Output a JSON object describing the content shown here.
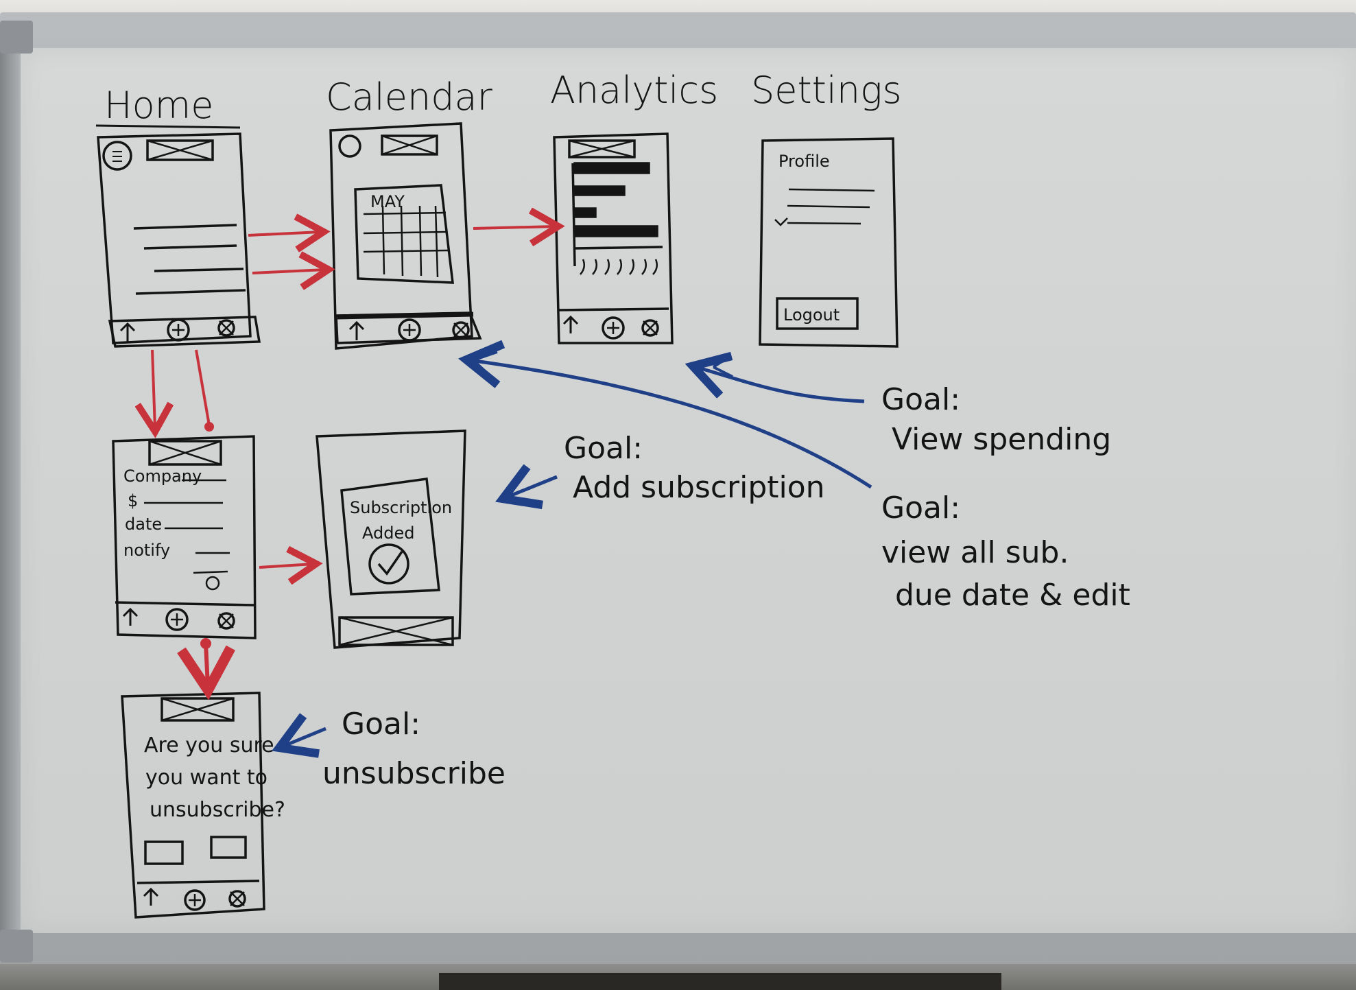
{
  "screens": {
    "home": {
      "title": "Home"
    },
    "calendar": {
      "title": "Calendar",
      "month": "MAY"
    },
    "analytics": {
      "title": "Analytics"
    },
    "settings": {
      "title": "Settings",
      "profile_label": "Profile",
      "logout_label": "Logout"
    },
    "add_form": {
      "fields": [
        "Company",
        "$",
        "date",
        "notify"
      ]
    },
    "confirmation": {
      "line1": "Subscription",
      "line2": "Added"
    },
    "unsubscribe": {
      "line1": "Are you sure",
      "line2": "you want to",
      "line3": "unsubscribe?"
    }
  },
  "goals": [
    {
      "label": "Goal:",
      "text": "View spending"
    },
    {
      "label": "Goal:",
      "text_line1": "view all sub.",
      "text_line2": "due date & edit"
    },
    {
      "label": "Goal:",
      "text": "Add subscription"
    },
    {
      "label": "Goal:",
      "text": "unsubscribe"
    }
  ],
  "colors": {
    "marker_black": "#141414",
    "marker_red": "#c8323a",
    "marker_blue": "#1f3f86",
    "board": "#d4d6d6"
  }
}
